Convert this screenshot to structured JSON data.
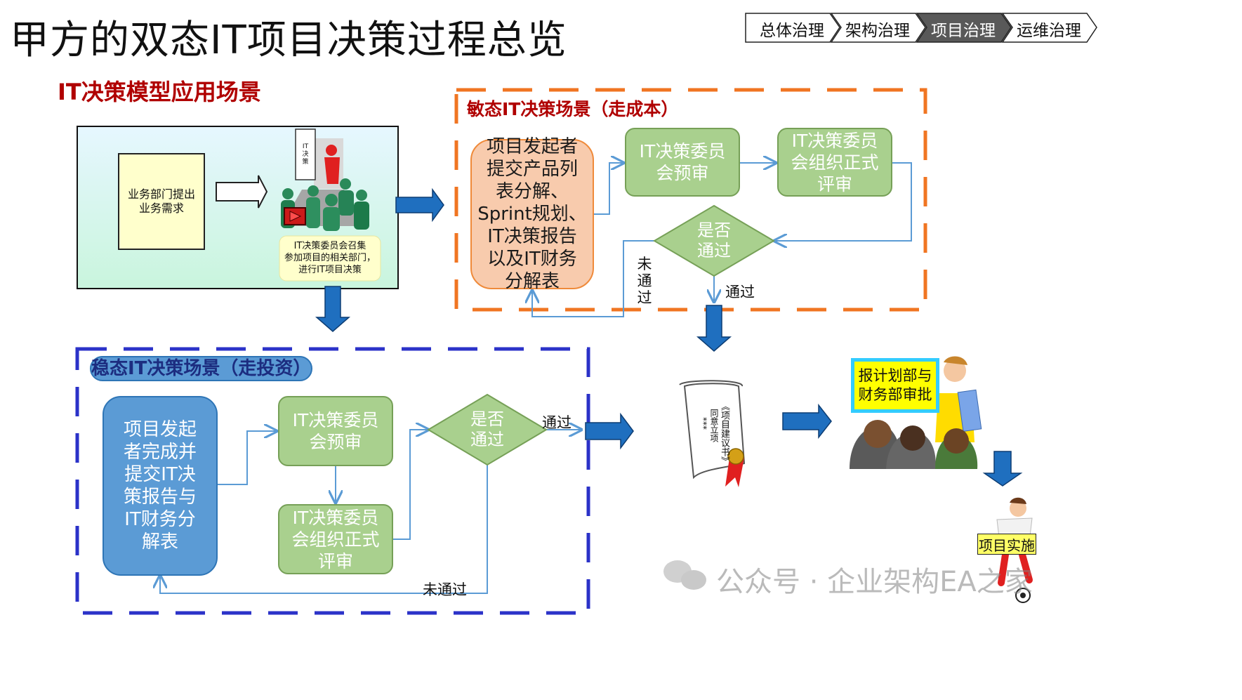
{
  "title": "甲方的双态IT项目决策过程总览",
  "nav": [
    "总体治理",
    "架构治理",
    "项目治理",
    "运维治理"
  ],
  "subtitle": "IT决策模型应用场景",
  "scenario": {
    "request_line1": "业务部门提出",
    "request_line2": "业务需求",
    "board_sign": "IT\n决\n策",
    "caption_line1": "IT决策委员会召集",
    "caption_line2": "参加项目的相关部门，",
    "caption_line3": "进行IT项目决策"
  },
  "agile": {
    "title": "敏态IT决策场景（走成本）",
    "start": "项目发起者\n提交产品列\n表分解、\nSprint规划、\nIT决策报告\n以及IT财务\n分解表",
    "prereview": "IT决策委员\n会预审",
    "formal": "IT决策委员\n会组织正式\n评审",
    "decision": "是否\n通过",
    "rejected": "未\n通\n过",
    "passed": "通过"
  },
  "stable": {
    "title": "稳态IT决策场景（走投资）",
    "start": "项目发起\n者完成并\n提交IT决\n策报告与\nIT财务分\n解表",
    "prereview": "IT决策委员\n会预审",
    "formal": "IT决策委员\n会组织正式\n评审",
    "decision": "是否\n通过",
    "passed": "通过",
    "rejected": "未通过"
  },
  "outcome": {
    "scroll_title": "《项目建议书》",
    "scroll_line1": "同意立项",
    "scroll_line2": "***",
    "approval": "报计划部与\n财务部审批",
    "implement": "项目实施"
  },
  "watermark": "公众号 · 企业架构EA之家",
  "colors": {
    "agile_border": "#f07522",
    "stable_border": "#2b32c8",
    "green_box": "#a9d08e",
    "orange_box": "#f8cbad",
    "blue_box": "#5b9bd5",
    "big_arrow": "#1f6fbf",
    "title_red": "#b00000"
  }
}
